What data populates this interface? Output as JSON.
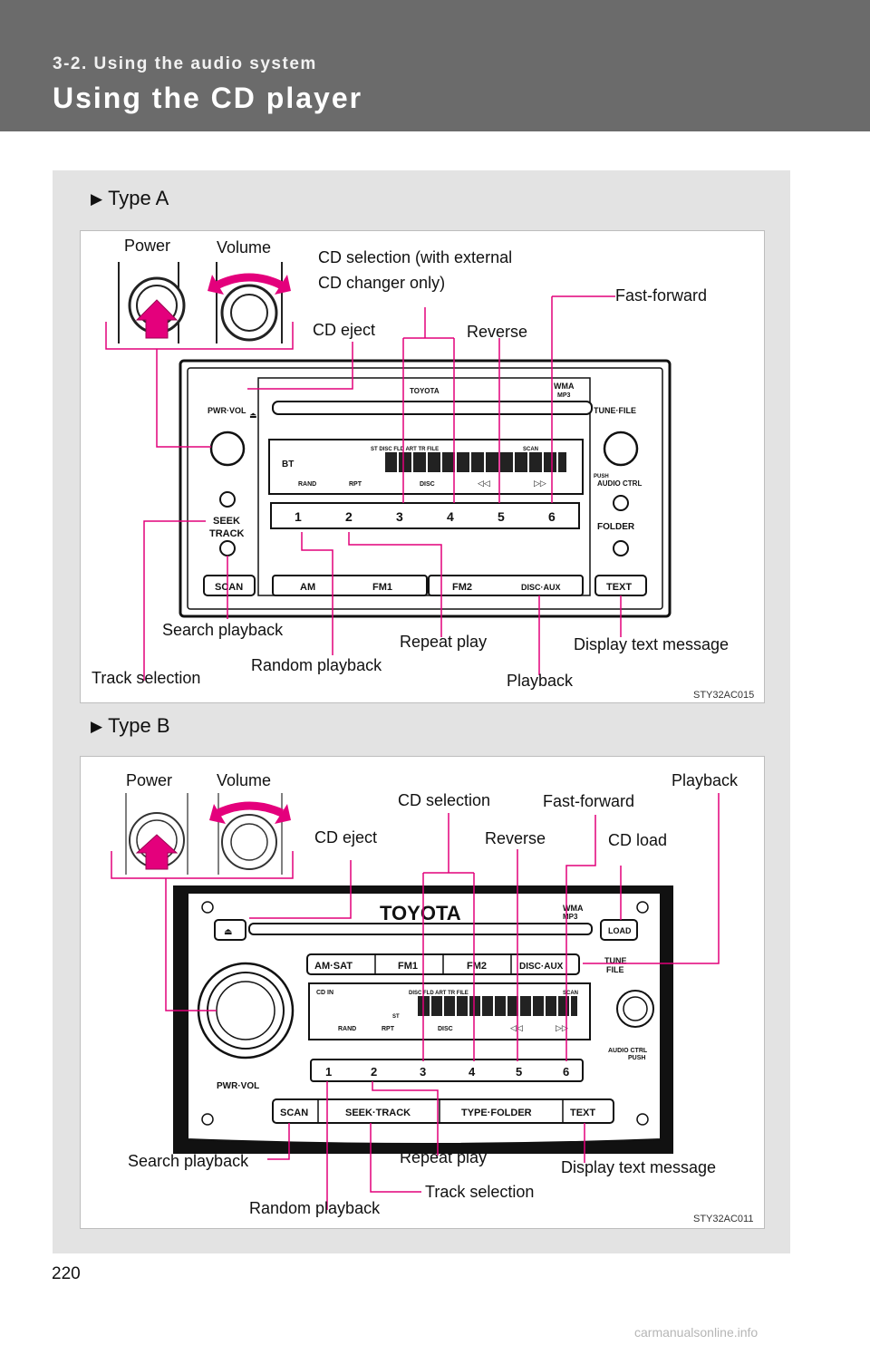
{
  "header": {
    "section": "3-2. Using the audio system",
    "title": "Using the CD player"
  },
  "type_a": {
    "heading": "Type A",
    "labels": {
      "power": "Power",
      "volume": "Volume",
      "cd_selection_1": "CD selection (with external",
      "cd_selection_2": "CD changer only)",
      "fast_forward": "Fast-forward",
      "cd_eject": "CD eject",
      "reverse": "Reverse",
      "search_playback": "Search playback",
      "repeat_play": "Repeat play",
      "display_text_message": "Display text message",
      "random_playback": "Random playback",
      "track_selection": "Track selection",
      "playback": "Playback"
    },
    "unit_text": {
      "brand": "TOYOTA",
      "wma": "WMA",
      "mp3": "MP3",
      "pwr_vol": "PWR·VOL",
      "tune_file": "TUNE·FILE",
      "seek": "SEEK",
      "track": "TRACK",
      "push": "PUSH",
      "audio_ctrl": "AUDIO CTRL",
      "folder": "FOLDER",
      "scan": "SCAN",
      "am": "AM",
      "fm1": "FM1",
      "fm2": "FM2",
      "disc_aux": "DISC·AUX",
      "text": "TEXT",
      "presets": [
        "1",
        "2",
        "3",
        "4",
        "5",
        "6"
      ],
      "disp_top": "ST    DISC    FLD  ART  TR  FILE",
      "disp_scan": "SCAN",
      "disp_rand": "RAND",
      "disp_rpt": "RPT",
      "disp_disc": "DISC",
      "bt": "BT"
    },
    "figure_code": "STY32AC015"
  },
  "type_b": {
    "heading": "Type B",
    "labels": {
      "power": "Power",
      "volume": "Volume",
      "playback": "Playback",
      "cd_selection": "CD selection",
      "fast_forward": "Fast-forward",
      "cd_eject": "CD eject",
      "reverse": "Reverse",
      "cd_load": "CD load",
      "search_playback": "Search playback",
      "repeat_play": "Repeat play",
      "display_text_message": "Display text message",
      "track_selection": "Track selection",
      "random_playback": "Random playback"
    },
    "unit_text": {
      "brand": "TOYOTA",
      "wma": "WMA",
      "mp3": "MP3",
      "load": "LOAD",
      "am_sat": "AM·SAT",
      "fm1": "FM1",
      "fm2": "FM2",
      "disc_aux": "DISC·AUX",
      "tune": "TUNE",
      "file": "FILE",
      "audio": "AUDIO  CTRL",
      "push": "PUSH",
      "pwr_vol": "PWR·VOL",
      "scan": "SCAN",
      "seek_track": "SEEK·TRACK",
      "type_folder": "TYPE·FOLDER",
      "text": "TEXT",
      "presets": [
        "1",
        "2",
        "3",
        "4",
        "5",
        "6"
      ],
      "disp_top": "DISC    FLD  ART  TR  FILE",
      "disp_scan": "SCAN",
      "disp_rand": "RAND",
      "disp_rpt": "RPT",
      "disp_disc": "DISC",
      "disp_st": "ST",
      "cd_in": "CD IN"
    },
    "figure_code": "STY32AC011"
  },
  "page_number": "220",
  "watermark": "carmanualsonline.info",
  "colors": {
    "header_bg": "#6b6b6b",
    "content_bg": "#e3e3e3",
    "callout_line": "#e2007a",
    "panel_border": "#bdbdbd"
  }
}
